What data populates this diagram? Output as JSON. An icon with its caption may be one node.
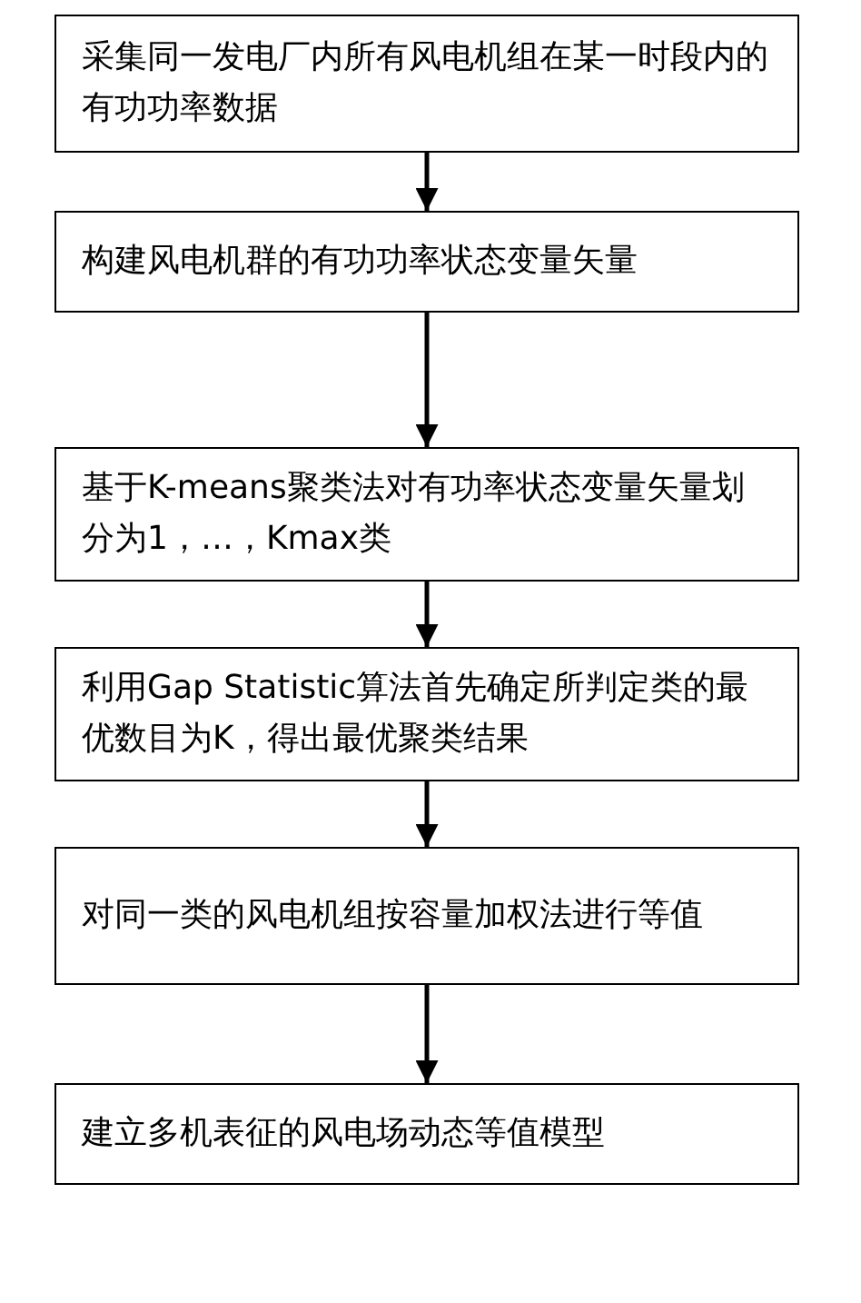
{
  "diagram": {
    "nodes": [
      {
        "text": [
          "采集同一发电厂内所有风电机组在某一时段内的有功功率数据"
        ]
      },
      {
        "text": [
          "构建风电机群的有功功率状态变量矢量"
        ]
      },
      {
        "text": [
          "基于K-means聚类法对有功率状态变量矢量划分为1，…，Kmax类"
        ]
      },
      {
        "text": [
          "利用Gap Statistic算法首先确定所判定类的最优数目为K，得出最优聚类结果"
        ]
      },
      {
        "text": [
          "对同一类的风电机组按容量加权法进行等值"
        ]
      },
      {
        "text": [
          "建立多机表征的风电场动态等值模型"
        ]
      }
    ],
    "edges": [
      {
        "from": 0,
        "to": 1,
        "arrow": "to"
      },
      {
        "from": 1,
        "to": 2,
        "arrow": "to"
      },
      {
        "from": 2,
        "to": 3,
        "arrow": "to"
      },
      {
        "from": 3,
        "to": 4,
        "arrow": "to"
      },
      {
        "from": 4,
        "to": 5,
        "arrow": "to"
      }
    ]
  }
}
